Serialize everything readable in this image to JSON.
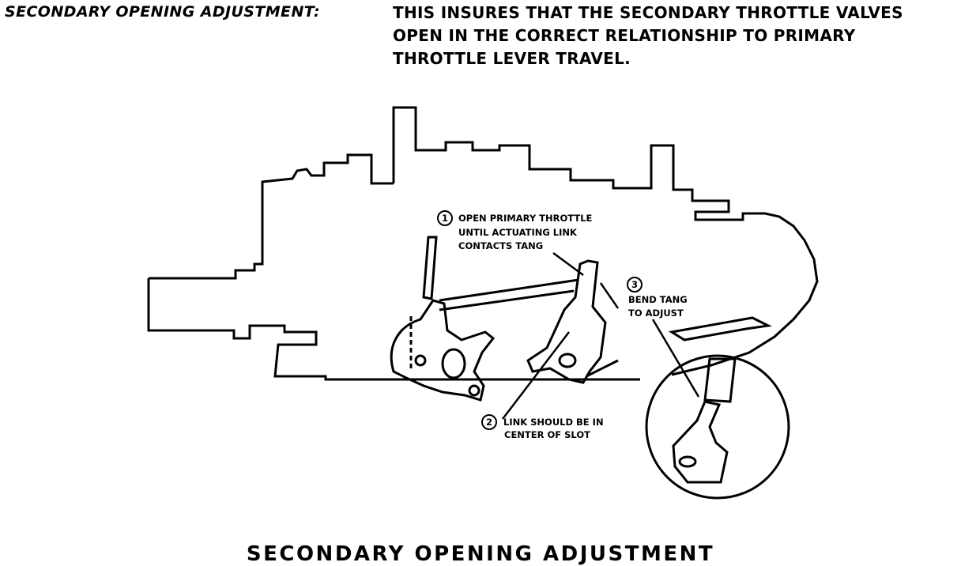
{
  "header": {
    "label": "SECONDARY OPENING ADJUSTMENT:",
    "lines": [
      "THIS INSURES THAT THE SECONDARY THROTTLE VALVES",
      "OPEN IN THE CORRECT RELATIONSHIP TO PRIMARY",
      "THROTTLE LEVER TRAVEL."
    ]
  },
  "callouts": [
    {
      "number": "1",
      "lines": [
        "OPEN PRIMARY THROTTLE",
        "UNTIL ACTUATING LINK",
        "CONTACTS TANG"
      ]
    },
    {
      "number": "2",
      "lines": [
        "LINK SHOULD BE IN",
        "CENTER OF SLOT"
      ]
    },
    {
      "number": "3",
      "lines": [
        "BEND TANG",
        "TO ADJUST"
      ]
    }
  ],
  "caption": "SECONDARY OPENING ADJUSTMENT"
}
